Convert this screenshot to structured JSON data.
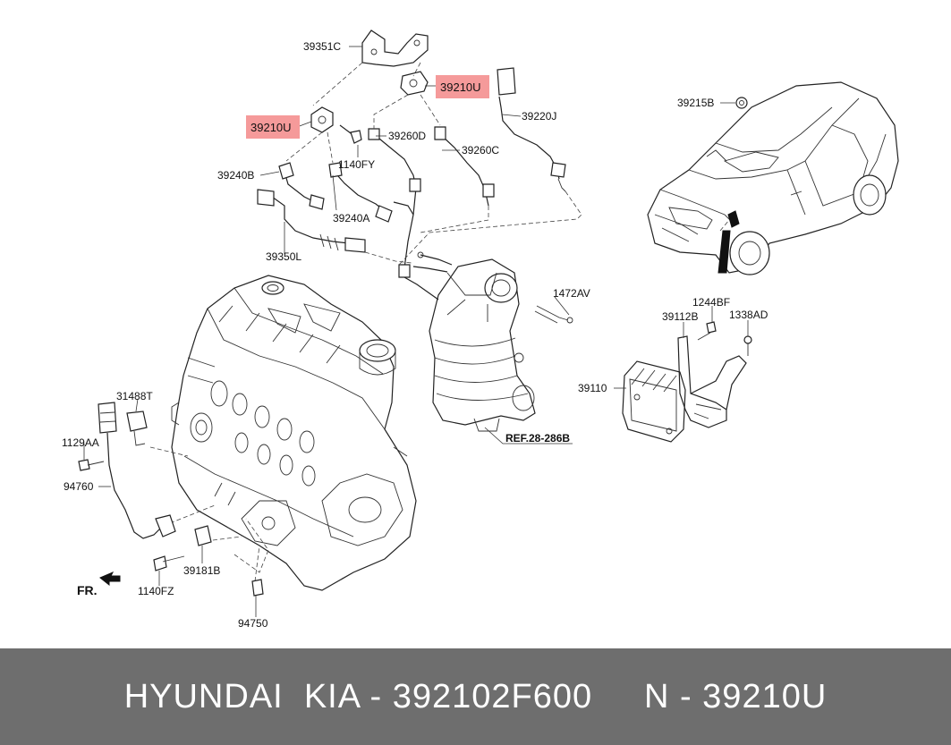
{
  "labels": {
    "p39351C": "39351C",
    "p39210U_top": "39210U",
    "p39220J": "39220J",
    "p39210U_left": "39210U",
    "p39260D": "39260D",
    "p39260C": "39260C",
    "p1140FY": "1140FY",
    "p39240B": "39240B",
    "p39240A": "39240A",
    "p39350L": "39350L",
    "p39215B": "39215B",
    "p1472AV": "1472AV",
    "p1244BF": "1244BF",
    "p39112B": "39112B",
    "p1338AD": "1338AD",
    "p39110": "39110",
    "ref": "REF.28-286B",
    "p31488T": "31488T",
    "p1129AA": "1129AA",
    "p94760": "94760",
    "p39181B": "39181B",
    "p1140FZ": "1140FZ",
    "p94750": "94750",
    "fr": "FR."
  },
  "colors": {
    "highlight": "#f59a9a",
    "footer_bg": "#6e6e6e",
    "footer_text": "#ffffff"
  },
  "footer": {
    "text": "HYUNDAI  KIA - 392102F600     N - 39210U"
  }
}
